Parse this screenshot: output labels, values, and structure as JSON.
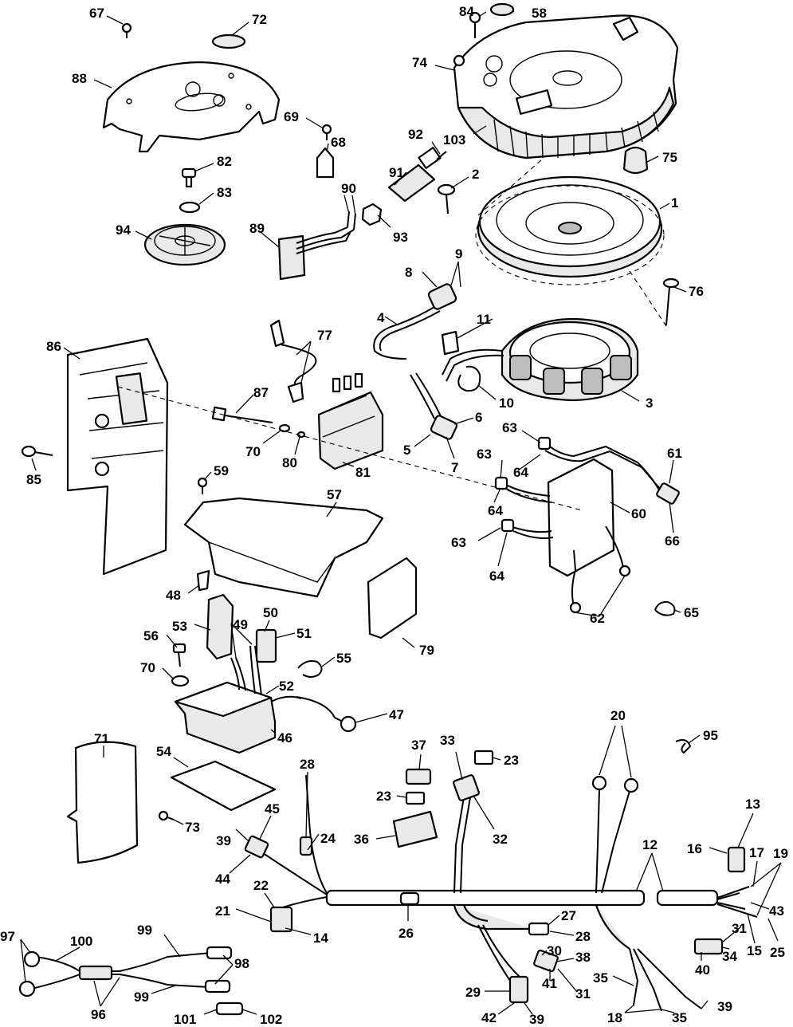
{
  "diagram": {
    "type": "exploded-parts-diagram",
    "callouts": {
      "c1": "1",
      "c2": "2",
      "c3": "3",
      "c4": "4",
      "c5": "5",
      "c6": "6",
      "c7": "7",
      "c8": "8",
      "c9": "9",
      "c10": "10",
      "c11": "11",
      "c12": "12",
      "c13": "13",
      "c14": "14",
      "c15": "15",
      "c16": "16",
      "c17": "17",
      "c18": "18",
      "c19": "19",
      "c20": "20",
      "c21": "21",
      "c22": "22",
      "c23a": "23",
      "c23b": "23",
      "c24": "24",
      "c25": "25",
      "c26": "26",
      "c27": "27",
      "c28a": "28",
      "c28b": "28",
      "c29": "29",
      "c30": "30",
      "c31a": "31",
      "c31b": "31",
      "c32": "32",
      "c33": "33",
      "c34": "34",
      "c35a": "35",
      "c35b": "35",
      "c36": "36",
      "c37": "37",
      "c38": "38",
      "c39a": "39",
      "c39b": "39",
      "c39c": "39",
      "c40": "40",
      "c41": "41",
      "c42": "42",
      "c43": "43",
      "c44": "44",
      "c45": "45",
      "c46": "46",
      "c47": "47",
      "c48": "48",
      "c49": "49",
      "c50": "50",
      "c51": "51",
      "c52": "52",
      "c53": "53",
      "c54": "54",
      "c55": "55",
      "c56": "56",
      "c57": "57",
      "c58": "58",
      "c59": "59",
      "c60": "60",
      "c61": "61",
      "c62": "62",
      "c63a": "63",
      "c63b": "63",
      "c63c": "63",
      "c64a": "64",
      "c64b": "64",
      "c64c": "64",
      "c65": "65",
      "c66": "66",
      "c67": "67",
      "c68": "68",
      "c69": "69",
      "c70a": "70",
      "c70b": "70",
      "c71": "71",
      "c72": "72",
      "c73": "73",
      "c74": "74",
      "c75": "75",
      "c76": "76",
      "c77": "77",
      "c79": "79",
      "c80": "80",
      "c81": "81",
      "c82": "82",
      "c83": "83",
      "c84": "84",
      "c85": "85",
      "c86": "86",
      "c87": "87",
      "c88": "88",
      "c89": "89",
      "c90": "90",
      "c91": "91",
      "c92": "92",
      "c93": "93",
      "c94": "94",
      "c95": "95",
      "c96": "96",
      "c97": "97",
      "c98": "98",
      "c99a": "99",
      "c99b": "99",
      "c100": "100",
      "c101": "101",
      "c102": "102",
      "c103": "103"
    }
  }
}
